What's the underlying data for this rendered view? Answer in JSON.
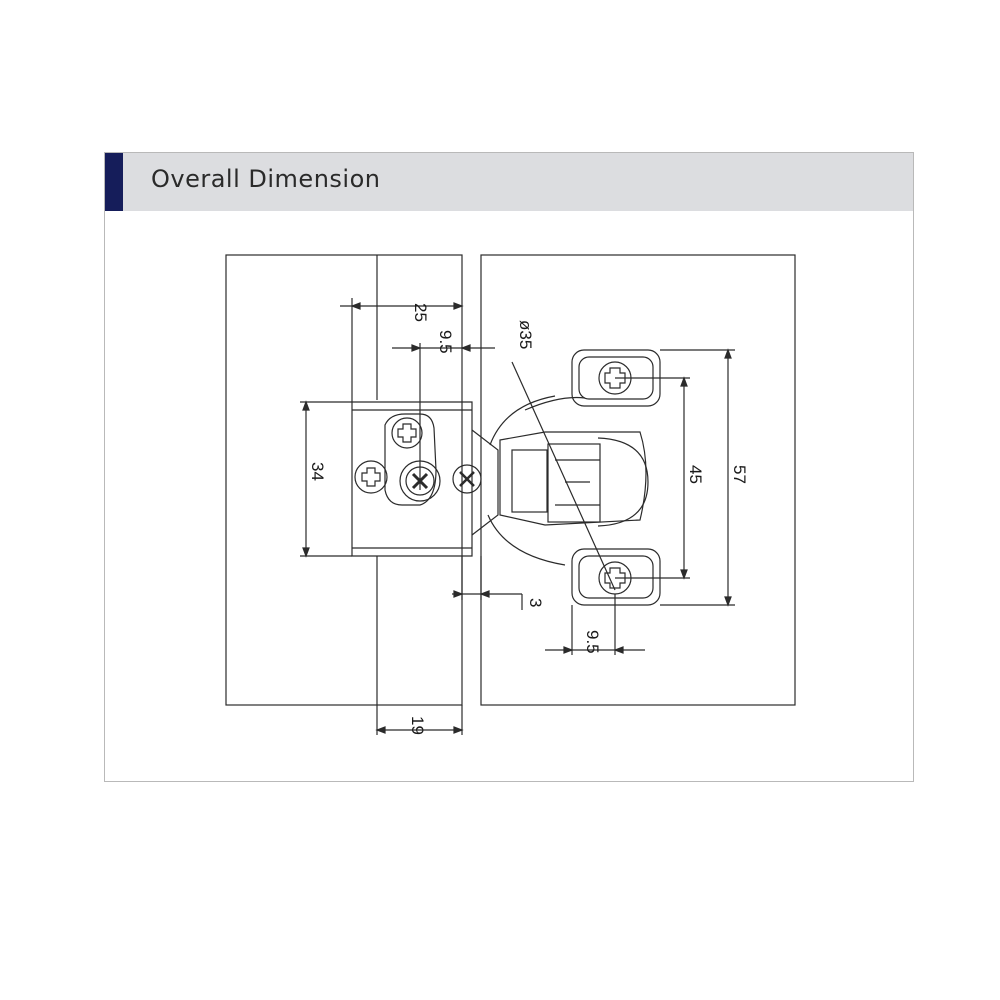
{
  "header": {
    "title": "Overall Dimension",
    "accent_color": "#151d5a",
    "bar_color": "#dcdde0"
  },
  "dimensions": {
    "d25": "25",
    "d9_5_top": "9.5",
    "d35": "ø35",
    "d34": "34",
    "d45": "45",
    "d57": "57",
    "d3": "3",
    "d9_5_bottom": "9.5",
    "d19": "19"
  },
  "icons": [
    "screw-phillips-icon",
    "screw-pozidriv-icon"
  ]
}
